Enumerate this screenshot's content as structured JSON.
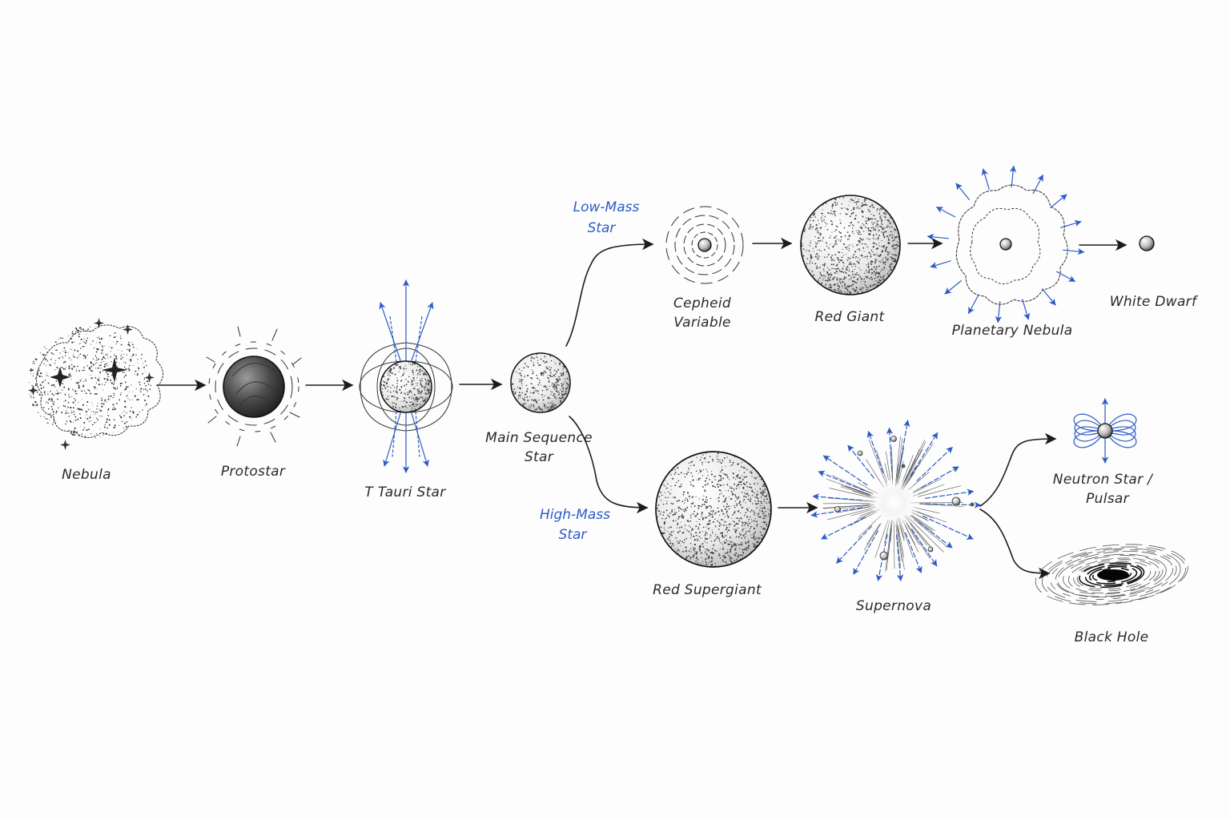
{
  "colors": {
    "ink": "#1c1c1c",
    "accent_blue": "#2d5bc4",
    "background": "#fdfdfd"
  },
  "stages": {
    "nebula": {
      "label": "Nebula"
    },
    "protostar": {
      "label": "Protostar"
    },
    "t_tauri": {
      "label": "T Tauri Star"
    },
    "main_sequence": {
      "label_line1": "Main Sequence",
      "label_line2": "Star"
    },
    "cepheid": {
      "label_line1": "Cepheid",
      "label_line2": "Variable"
    },
    "red_giant": {
      "label": "Red Giant"
    },
    "planetary_nebula": {
      "label": "Planetary Nebula"
    },
    "white_dwarf": {
      "label": "White Dwarf"
    },
    "red_supergiant": {
      "label": "Red Supergiant"
    },
    "supernova": {
      "label": "Supernova"
    },
    "neutron_star": {
      "label_line1": "Neutron Star /",
      "label_line2": "Pulsar"
    },
    "black_hole": {
      "label": "Black Hole"
    }
  },
  "branches": {
    "low_mass": {
      "line1": "Low-Mass",
      "line2": "Star"
    },
    "high_mass": {
      "line1": "High-Mass",
      "line2": "Star"
    }
  }
}
